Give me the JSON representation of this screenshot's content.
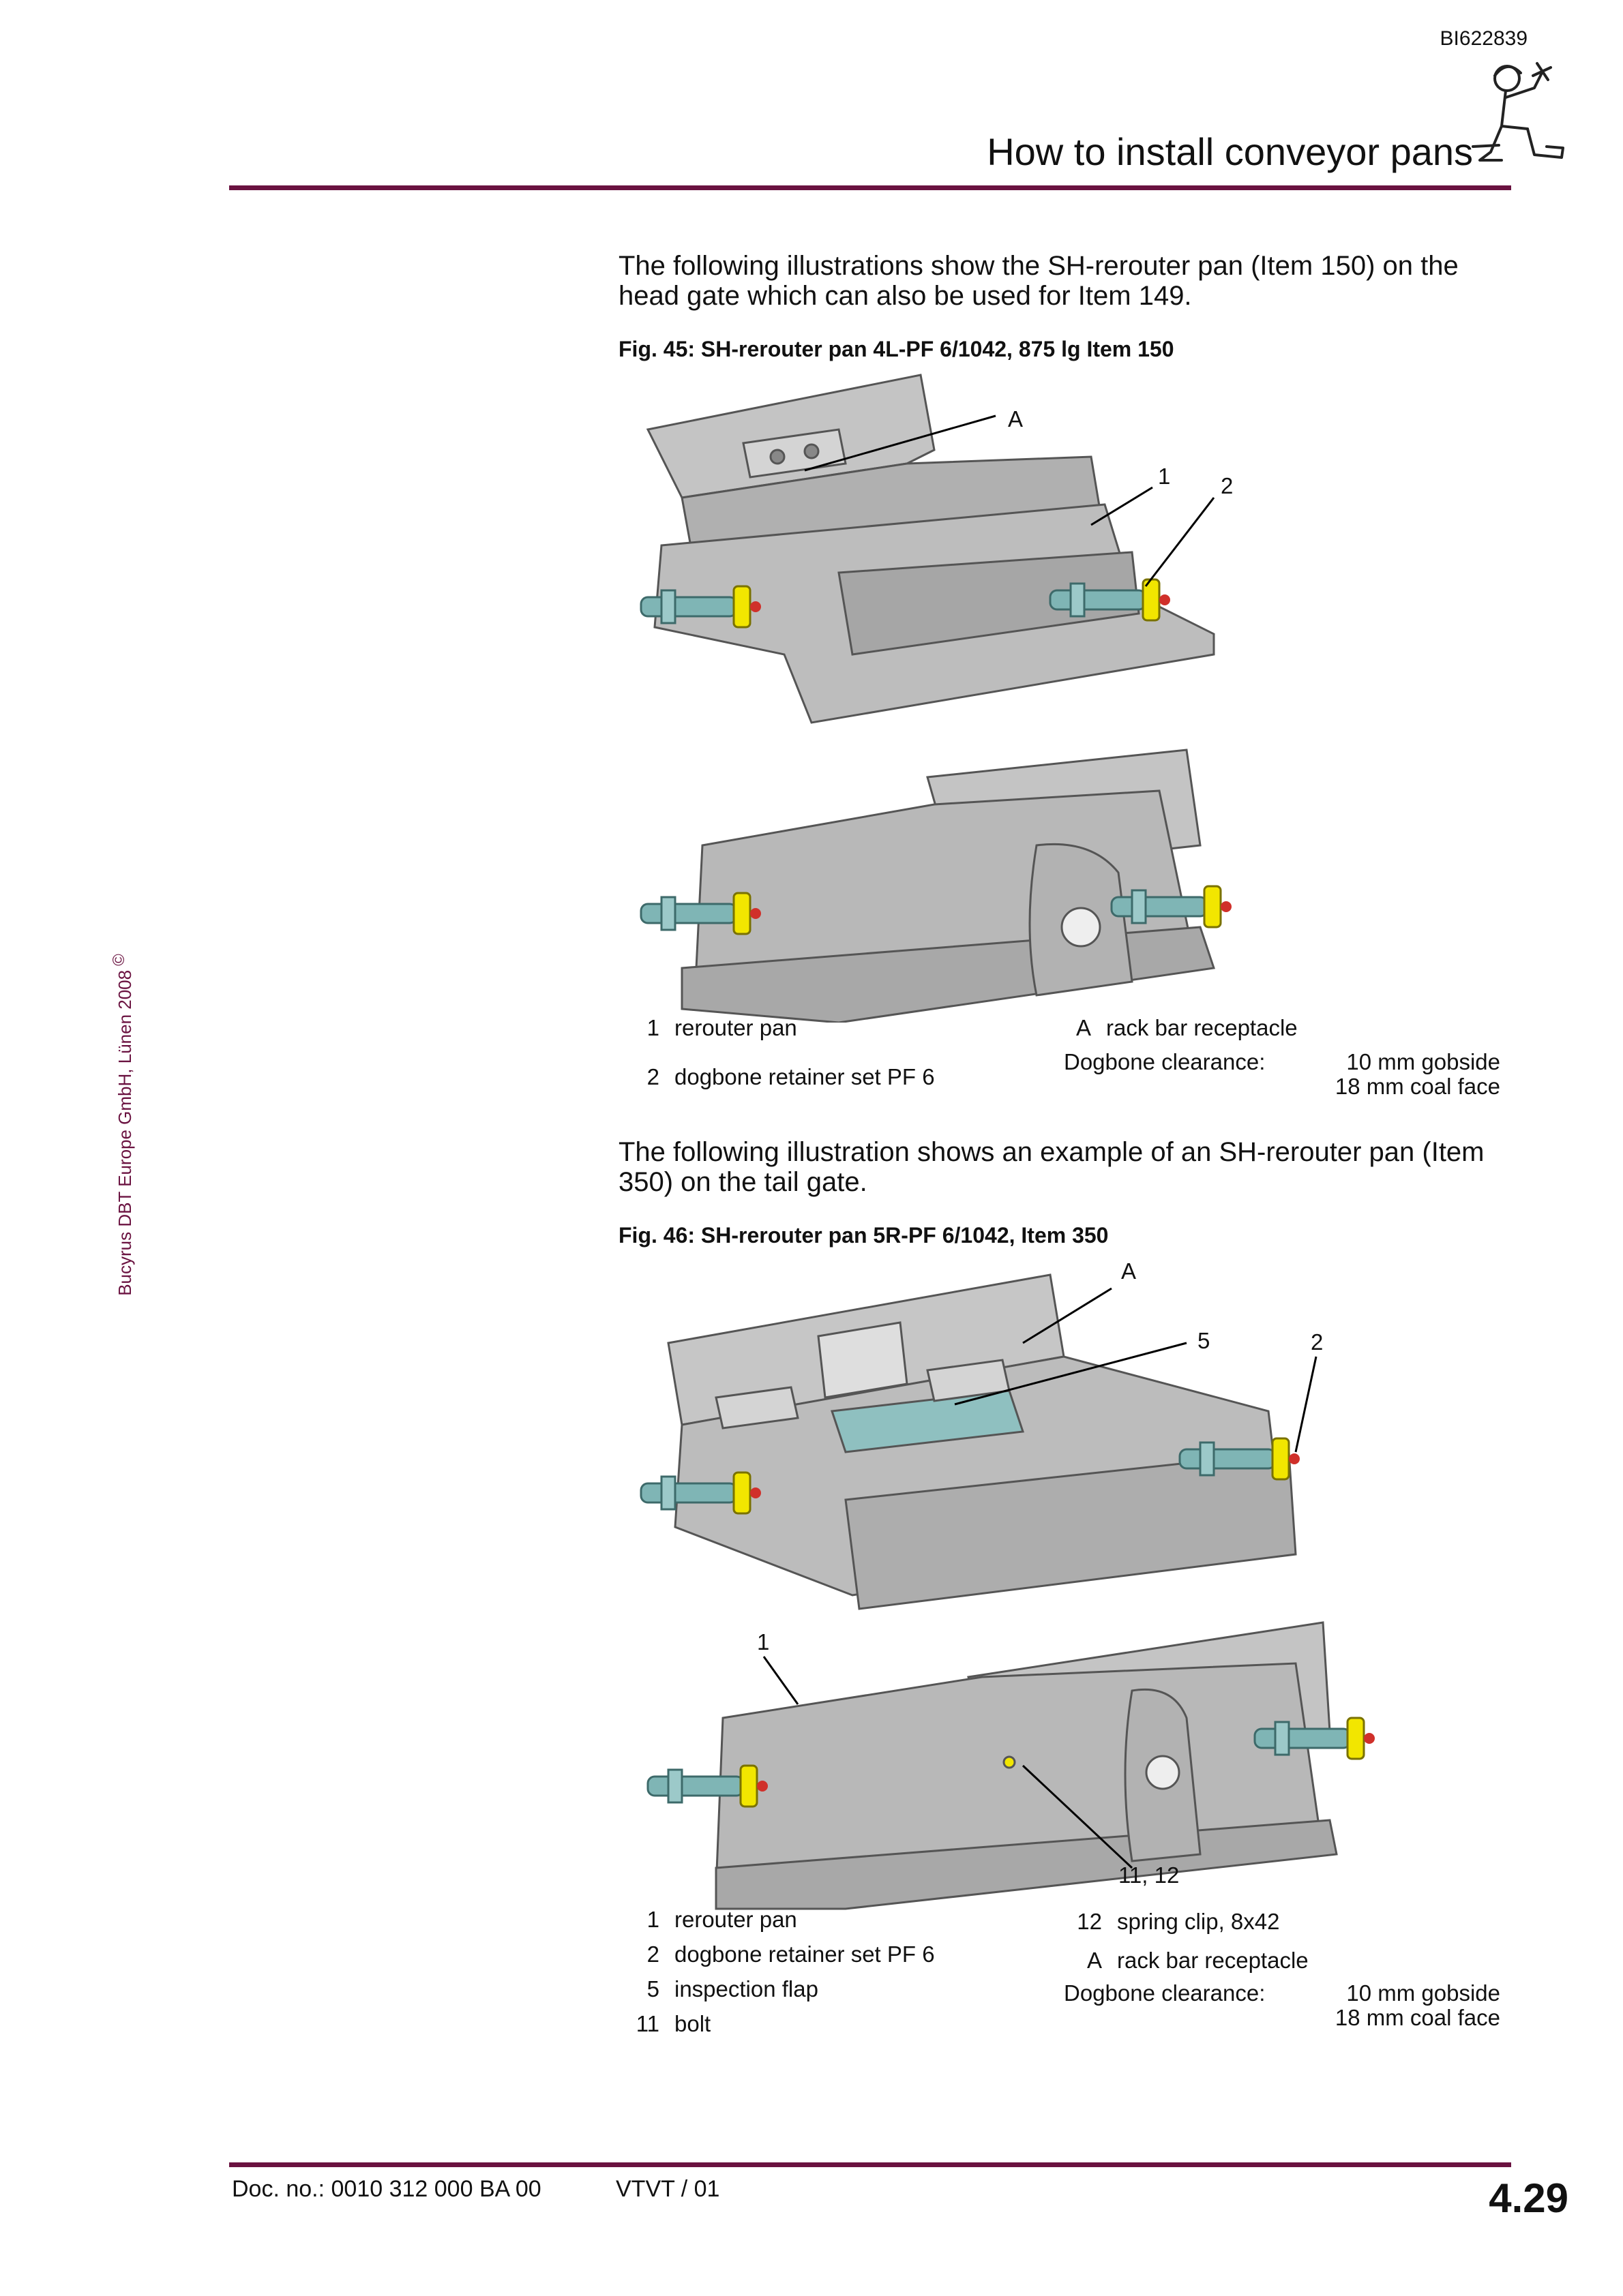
{
  "header": {
    "doc_id": "BI622839",
    "title": "How to install conveyor pans"
  },
  "side_note": {
    "text": "Bucyrus DBT Europe GmbH, Lünen 2008",
    "symbol": "©"
  },
  "section1": {
    "intro": "The following illustrations show the SH-rerouter pan (Item 150) on the head gate which can also be used for Item 149.",
    "caption": "Fig. 45:  SH-rerouter pan 4L-PF 6/1042, 875 lg Item 150",
    "callouts": [
      "A",
      "1",
      "2"
    ],
    "legend": [
      {
        "num": "1",
        "text": "rerouter pan"
      },
      {
        "num": "2",
        "text": "dogbone retainer set PF 6"
      }
    ],
    "legend_right": {
      "num": "A",
      "text": "rack bar receptacle"
    },
    "clearance": {
      "label": "Dogbone clearance:",
      "line1": "10 mm gobside",
      "line2": "18 mm coal face"
    }
  },
  "section2": {
    "intro": "The following illustration shows an example of an SH-rerouter pan (Item 350) on the tail gate.",
    "caption": "Fig. 46:  SH-rerouter pan 5R-PF 6/1042, Item 350",
    "callouts": [
      "A",
      "5",
      "2",
      "1",
      "11, 12"
    ],
    "legend": [
      {
        "num": "1",
        "text": "rerouter pan"
      },
      {
        "num": "2",
        "text": "dogbone retainer set PF 6"
      },
      {
        "num": "5",
        "text": "inspection flap"
      },
      {
        "num": "11",
        "text": "bolt"
      }
    ],
    "legend_right": [
      {
        "num": "12",
        "text": "spring clip, 8x42"
      },
      {
        "num": "A",
        "text": "rack bar receptacle"
      }
    ],
    "clearance": {
      "label": "Dogbone clearance:",
      "line1": "10 mm gobside",
      "line2": "18 mm coal face"
    }
  },
  "footer": {
    "doc_no": "Doc. no.: 0010 312 000 BA 00",
    "revision": "VTVT / 01",
    "page": "4.29"
  },
  "colors": {
    "rule": "#6a1240",
    "part_grey": "#b4b4b4",
    "bolt_teal": "#7fb5b5",
    "nut_yellow": "#f2e600",
    "pin_red": "#d0302a"
  }
}
